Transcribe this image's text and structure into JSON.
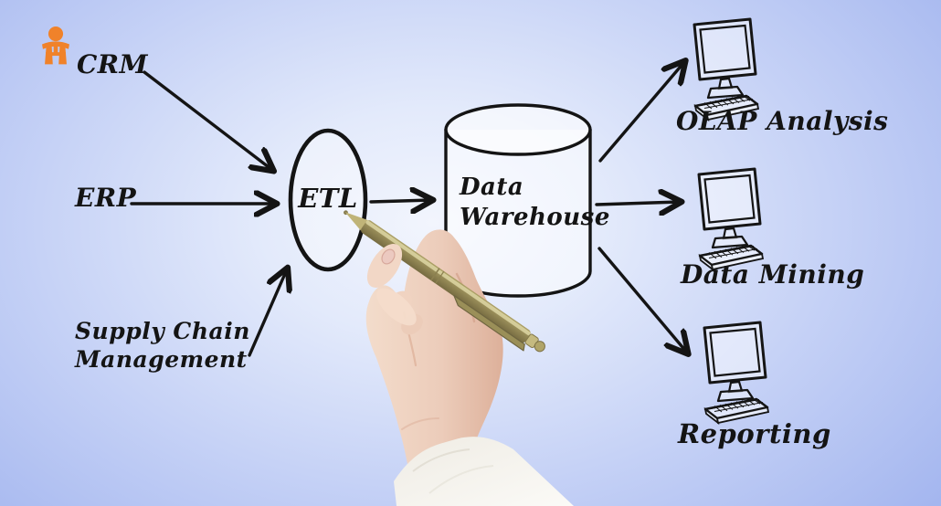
{
  "title": "Data Warehouse ETL diagram with hand and pen",
  "colors": {
    "background_edge": "#a4b6ef",
    "background_center": "#f2f5fd",
    "ink": "#141414",
    "logo_orange": "#f0822a",
    "pen_gold": "#b2a66a",
    "skin": "#eecdbb",
    "sleeve_white": "#f7f5f0"
  },
  "labels": {
    "crm": "CRM",
    "erp": "ERP",
    "scm_line1": "Supply Chain",
    "scm_line2": "Management",
    "etl": "ETL",
    "warehouse_line1": "Data",
    "warehouse_line2": "Warehouse",
    "olap": "OLAP Analysis",
    "mining": "Data Mining",
    "reporting": "Reporting"
  },
  "diagram": {
    "sources": [
      "CRM",
      "ERP",
      "Supply Chain Management"
    ],
    "process": "ETL",
    "storage": "Data Warehouse",
    "outputs": [
      "OLAP Analysis",
      "Data Mining",
      "Reporting"
    ],
    "flow": [
      "CRM -> ETL",
      "ERP -> ETL",
      "Supply Chain Management -> ETL",
      "ETL -> Data Warehouse",
      "Data Warehouse -> OLAP Analysis",
      "Data Warehouse -> Data Mining",
      "Data Warehouse -> Reporting"
    ]
  },
  "icons": {
    "logo": "torii-gate-logo-icon",
    "monitors": "computer-monitor-with-keyboard-icon",
    "storage_shape": "database-cylinder",
    "process_shape": "ellipse",
    "photo_elements": [
      "hand",
      "gold-pen",
      "white-sleeve"
    ]
  }
}
